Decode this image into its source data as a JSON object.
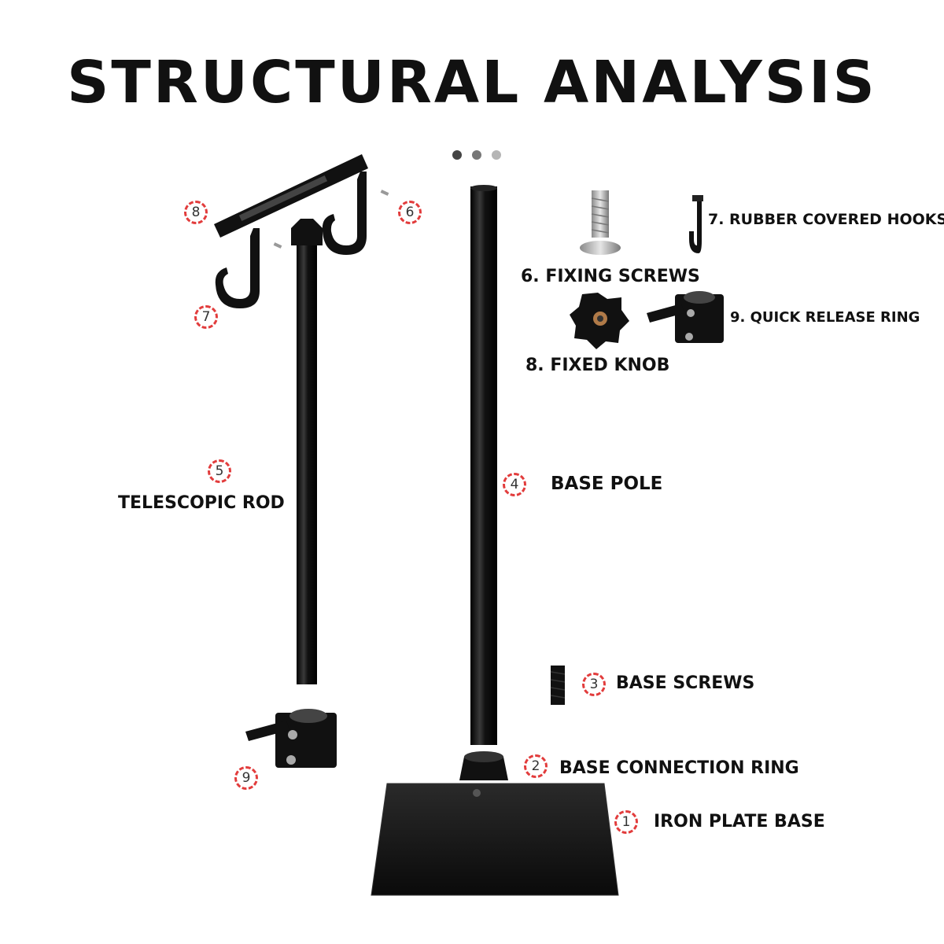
{
  "title": "STRUCTURAL ANALYSIS",
  "pager": {
    "dot_colors": [
      "#444444",
      "#777777",
      "#b5b5b5"
    ]
  },
  "labels": {
    "rubber_hooks": "7. RUBBER COVERED HOOKS",
    "fixing_screws": "6. FIXING SCREWS",
    "quick_release": "9. QUICK  RELEASE RING",
    "fixed_knob": "8. FIXED KNOB",
    "base_pole": "BASE POLE",
    "telescopic_rod": "TELESCOPIC ROD",
    "base_screws": "BASE SCREWS",
    "base_connection_ring": "BASE CONNECTION RING",
    "iron_plate_base": "IRON PLATE BASE"
  },
  "badges": {
    "b1": "1",
    "b2": "2",
    "b3": "3",
    "b4": "4",
    "b5": "5",
    "b6": "6",
    "b7": "7",
    "b8": "8",
    "b9": "9"
  },
  "colors": {
    "badge_border": "#e23c3c",
    "metal_black": "#111111"
  }
}
